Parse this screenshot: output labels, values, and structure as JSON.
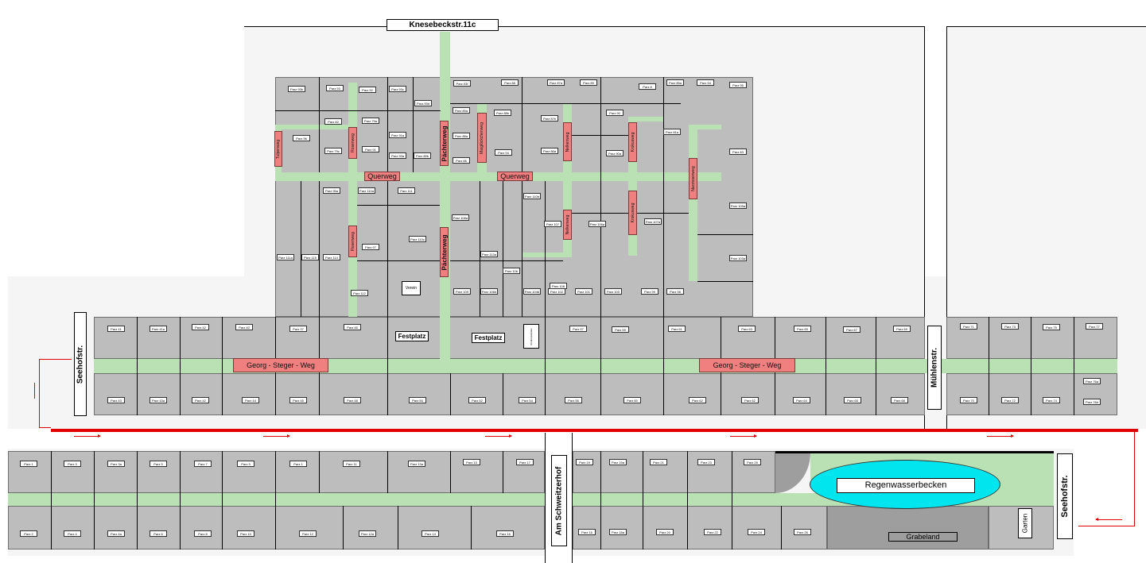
{
  "streets": {
    "knesebeck": "Knesebeckstr.11c",
    "seehof_left": "Seehofstr.",
    "muehlen": "Mühlenstr.",
    "schweitzerhof": "Am Schweitzerhof",
    "seehof_right": "Seehofstr."
  },
  "paths": {
    "georg_steger": "Georg - Steger - Weg",
    "querweg": "Querweg",
    "tulpenweg": "Tulpenweg",
    "rosenweg": "Rosenweg",
    "paechterweg": "Pächterweg",
    "maigloeckchenweg": "Maiglöckchenweg",
    "nelkenweg": "Nelkenweg",
    "krokusweg": "Krokusweg",
    "narzissenweg": "Narzissenweg"
  },
  "features": {
    "festplatz": "Festplatz",
    "regenwasserbecken": "Regenwasserbecken",
    "grabeland": "Grabeland",
    "garten": "Garten",
    "verein": "Verein",
    "kinderspielplatz": "Kinderspielplatz"
  },
  "colors": {
    "path_label": "#f08080",
    "road": "#b9e1b4",
    "parcel": "#bdbdbd",
    "pond": "#00e5ee",
    "route": "#e00000"
  },
  "parcel_labels": {
    "upper_main": [
      "Parz 93b",
      "Parz 93",
      "Parz 92",
      "Parz 93c",
      "Parz.93d",
      "Parz.93f",
      "Parz 88",
      "Parz 87a",
      "Parz 89",
      "Parz 8",
      "Parz 85a",
      "Parz 94",
      "Parz 95",
      "Parz 96",
      "Parz 79a",
      "Parz 91a",
      "Parz 89a",
      "Parz 88b",
      "Parz 87b",
      "Parz 90",
      "Parz 82",
      "Parz 79c",
      "Parz 91",
      "Parz 93a",
      "Parz 88a",
      "Parz 86",
      "Parz 94",
      "Parz 89b",
      "Parz 86a",
      "Parz 90a",
      "Parz 81a",
      "Parz 83",
      "Parz 95a",
      "Parz 110a",
      "Parz 111",
      "Parz 110b",
      "Parz 108a",
      "Parz 107",
      "Parz 106a",
      "Parz 107a",
      "Parz 105a",
      "Parz 97",
      "Parz 110c",
      "Parz 111a",
      "Parz 115",
      "Parz 114",
      "Parz 113a",
      "Parz 106",
      "Parz 108",
      "Parz 103a",
      "Parz 112",
      "Parz 109",
      "Parz 106b",
      "Parz 104b",
      "Parz 102",
      "Parz 101",
      "Parz 100",
      "Parz 99",
      "Parz 98"
    ],
    "row_a": [
      "Parz 41",
      "Parz 41a",
      "Parz 42",
      "Parz 40",
      "Parz 37",
      "Parz 46",
      "Parz 57",
      "Parz 59",
      "Parz 61",
      "Parz 63",
      "Parz 65",
      "Parz 67",
      "Parz 69",
      "Parz 71",
      "Parz 73",
      "Parz 75",
      "Parz 77"
    ],
    "row_b": [
      "Parz 43",
      "Parz 43a",
      "Parz 42",
      "Parz 44",
      "Parz 45",
      "Parz 48",
      "Parz 50",
      "Parz 52",
      "Parz 54",
      "Parz 56",
      "Parz 60",
      "Parz 62",
      "Parz 62",
      "Parz 64",
      "Parz 65",
      "Parz 68",
      "Parz 70",
      "Parz 72",
      "Parz 74",
      "Parz 76a",
      "Parz 76b"
    ],
    "row_c": [
      "Parz 1",
      "Parz 3",
      "Parz 3a",
      "Parz 5",
      "Parz 7",
      "Parz 9",
      "Parz 1",
      "Parz 11",
      "Parz 13a",
      "Parz 15",
      "Parz 17",
      "Parz 19",
      "Parz 19a",
      "Parz 21",
      "Parz 23",
      "Parz 25"
    ],
    "row_d": [
      "Parz 2",
      "Parz 4",
      "Parz 4a",
      "Parz 6",
      "Parz 8",
      "Parz 10",
      "Parz 12",
      "Parz 12a",
      "Parz 14",
      "Parz 16",
      "Parz 16",
      "Parz 18a",
      "Parz 20",
      "Parz 22",
      "Parz 24",
      "Parz 26"
    ]
  }
}
